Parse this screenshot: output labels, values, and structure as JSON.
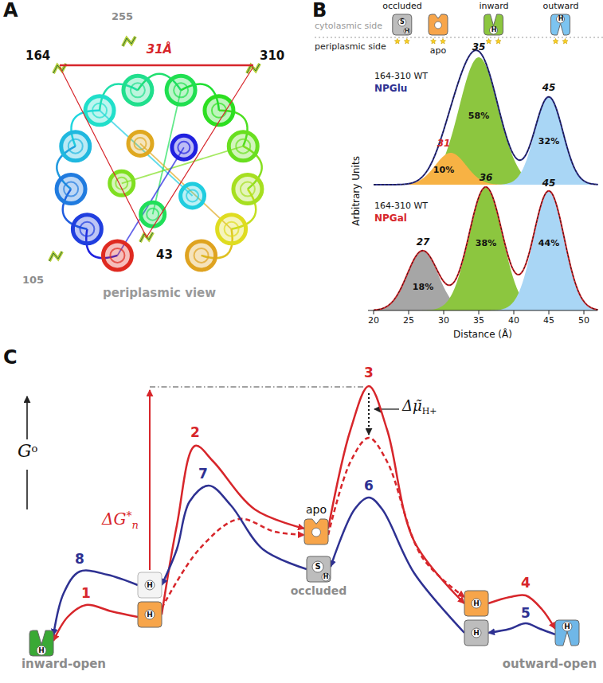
{
  "diagram": {
    "nodes": [
      {
        "text": [
          "occluded",
          "S",
          "H"
        ]
      },
      {
        "text": [
          "apo"
        ]
      },
      {
        "text": [
          "inward",
          "H"
        ]
      },
      {
        "text": [
          "outward",
          "H"
        ]
      },
      {
        "text": [
          "H",
          "inward-open"
        ]
      },
      {
        "text": [
          "H"
        ]
      },
      {
        "text": [
          "H"
        ]
      },
      {
        "text": [
          "apo"
        ]
      },
      {
        "text": [
          "S",
          "H",
          "occluded"
        ]
      },
      {
        "text": [
          "H"
        ]
      },
      {
        "text": [
          "H"
        ]
      },
      {
        "text": [
          "H",
          "outward-open"
        ]
      }
    ],
    "edges": [
      {
        "from": 5,
        "to": 4,
        "arrow": "to",
        "label": "1"
      },
      {
        "from": 5,
        "to": 7,
        "arrow": "to",
        "label": "2"
      },
      {
        "from": 5,
        "to": 7,
        "arrow": "to"
      },
      {
        "from": 7,
        "to": 9,
        "arrow": "to",
        "label": "3"
      },
      {
        "from": 7,
        "to": 9,
        "arrow": "to"
      },
      {
        "from": 9,
        "to": 11,
        "arrow": "to",
        "label": "4"
      },
      {
        "from": 11,
        "to": 10,
        "arrow": "to",
        "label": "5"
      },
      {
        "from": 10,
        "to": 8,
        "arrow": "to",
        "label": "6"
      },
      {
        "from": 8,
        "to": 6,
        "arrow": "to",
        "label": "7"
      },
      {
        "from": 6,
        "to": 4,
        "arrow": "to",
        "label": "8"
      }
    ],
    "labels": [
      "A",
      "164",
      "310",
      "31Å",
      "255",
      "105",
      "43",
      "periplasmic view",
      "B",
      "cytolasmic side",
      "periplasmic side",
      "164-310 WT",
      "NPGlu",
      "31",
      "35",
      "45",
      "10%",
      "58%",
      "32%",
      "164-310 WT",
      "NPGal",
      "27",
      "36",
      "45",
      "18%",
      "38%",
      "44%",
      "Arbitrary Units",
      "20",
      "25",
      "30",
      "35",
      "40",
      "45",
      "50",
      "Distance (Å)",
      "C",
      "G",
      "o",
      "ΔG",
      "*",
      "n",
      "Δμ̃",
      "H+"
    ]
  }
}
